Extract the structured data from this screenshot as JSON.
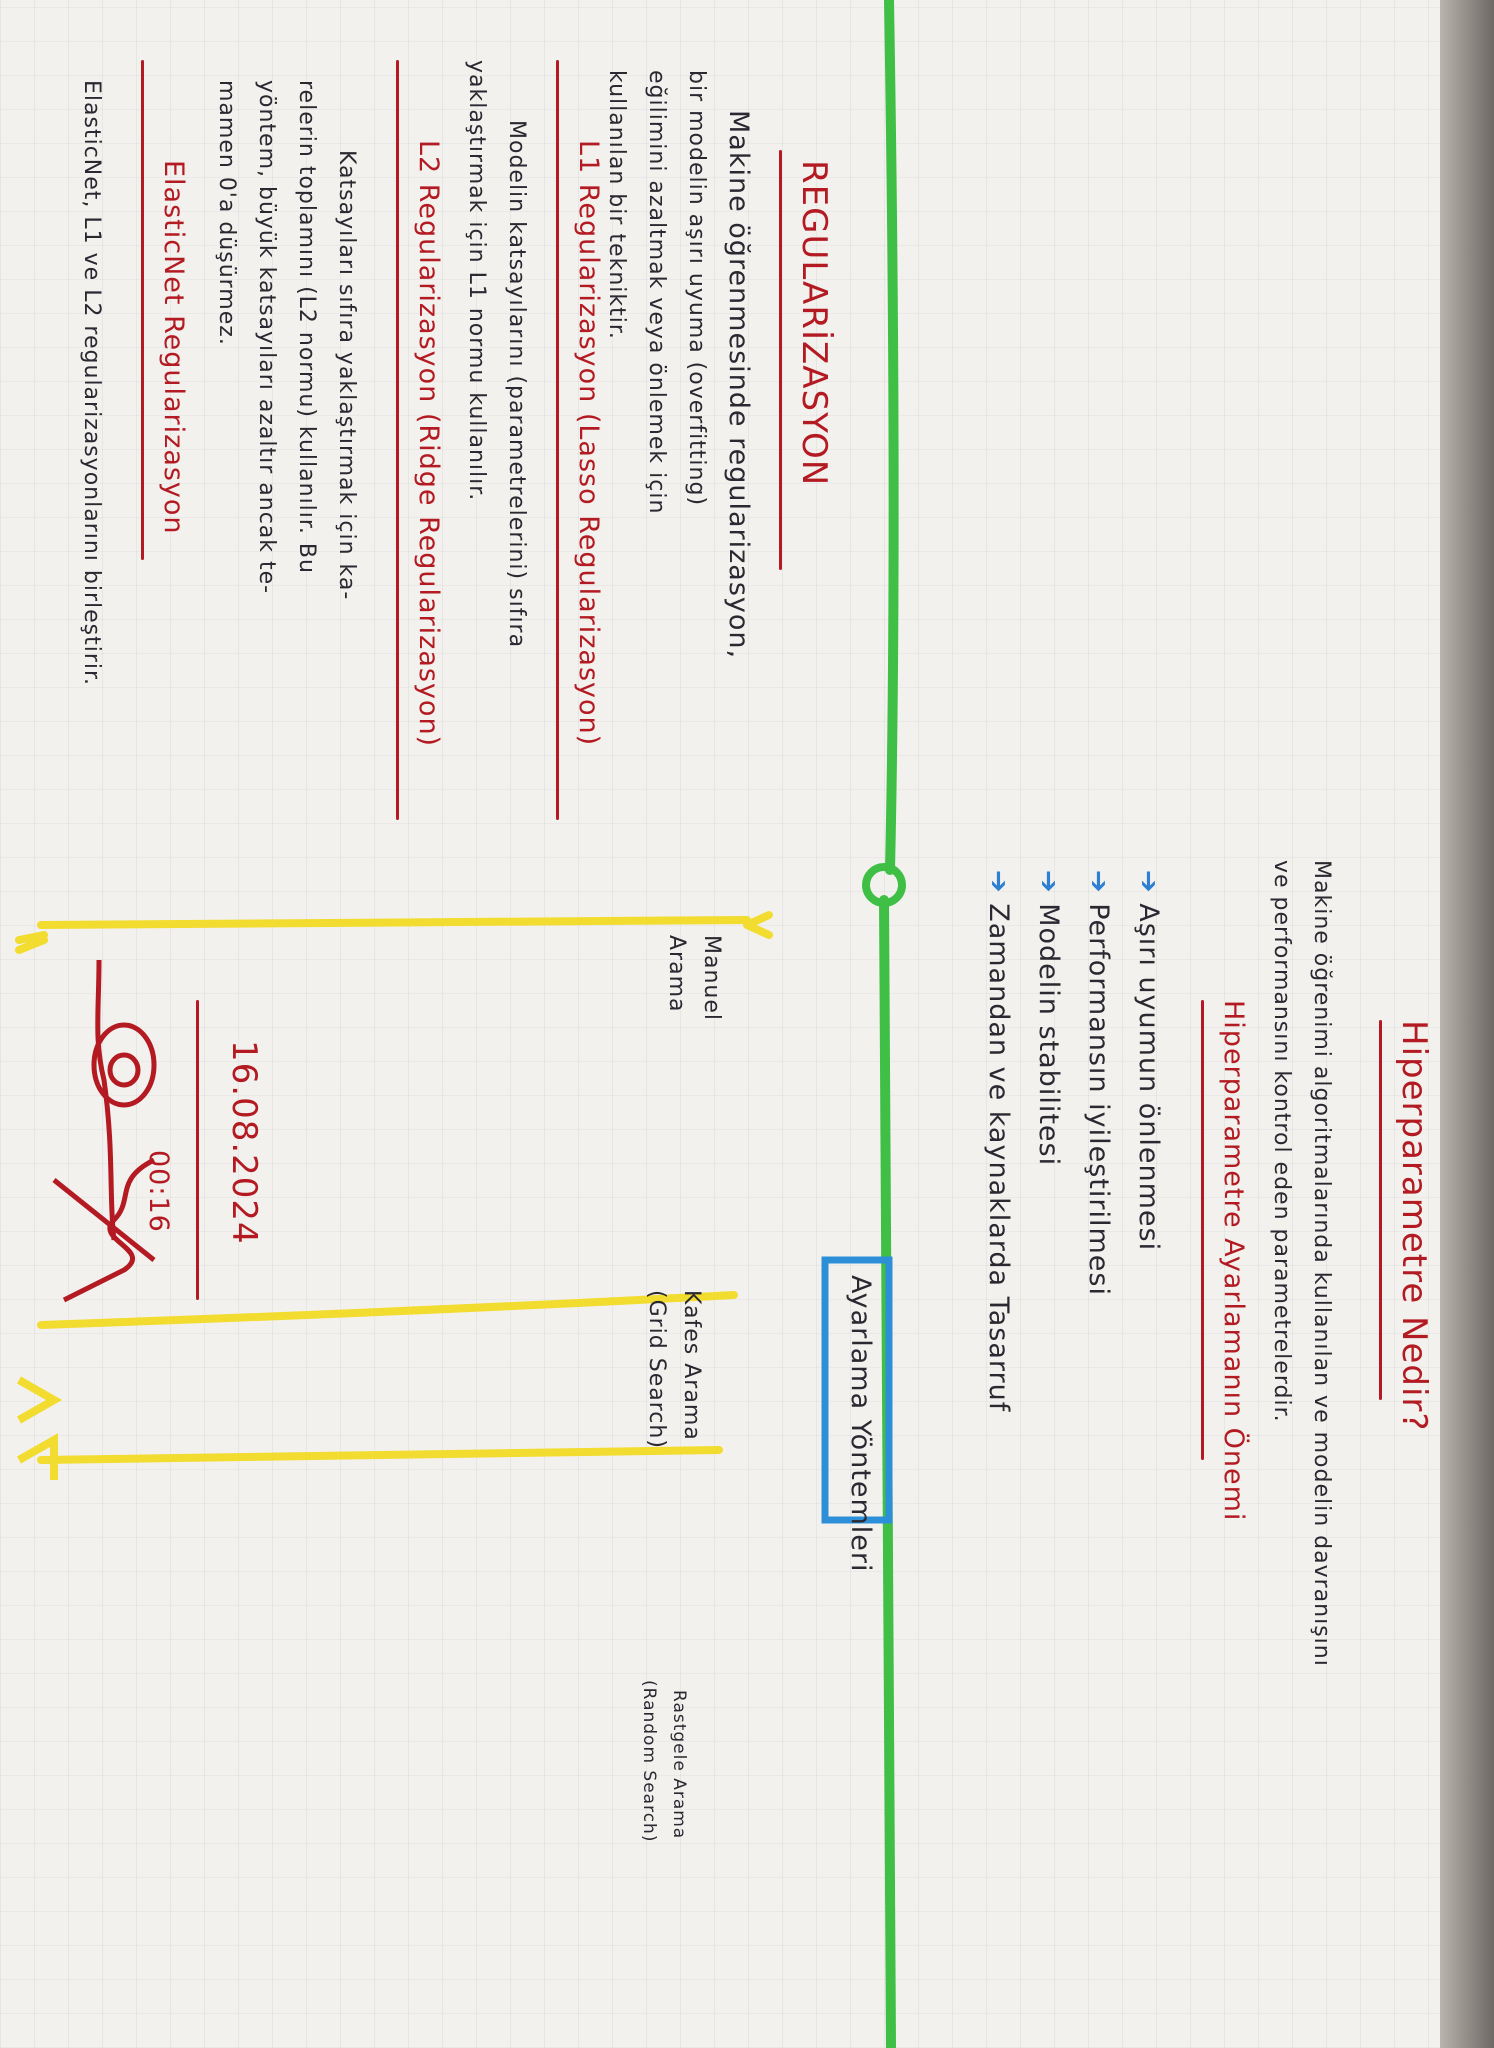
{
  "notebook": {
    "hyperparameter_section": {
      "title": "Hiperparametre Nedir?",
      "definition_line1": "Makine öğrenimi algoritmalarında kullanılan ve modelin davranışını",
      "definition_line2": "ve performansını kontrol eden parametrelerdir.",
      "importance_heading": "Hiperparametre Ayarlamanın Önemi",
      "importance_items": [
        "Aşırı uyumun önlenmesi",
        "Performansın iyileştirilmesi",
        "Modelin stabilitesi",
        "Zamandan ve kaynaklarda Tasarruf"
      ],
      "methods_heading": "Ayarlama Yöntemleri",
      "methods": [
        "Manuel",
        "Arama",
        "Kafes Arama",
        "(Grid Search)",
        "Rastgele Arama",
        "(Random Search)"
      ]
    },
    "regularization_section": {
      "title": "REGULARİZASYON",
      "definition_lines": [
        "Makine öğrenmesinde regularizasyon,",
        "bir modelin aşırı uyuma (overfitting)",
        "eğilimini azaltmak veya önlemek için",
        "kullanılan bir tekniktir."
      ],
      "l1_heading": "L1 Regularizasyon (Lasso Regularizasyon)",
      "l1_lines": [
        "Modelin katsayılarını (parametrelerini) sıfıra",
        "yaklaştırmak için L1 normu kullanılır."
      ],
      "l2_heading": "L2 Regularizasyon (Ridge Regularizasyon)",
      "l2_lines": [
        "Katsayıları sıfıra yaklaştırmak için ka-",
        "relerin toplamını (L2 normu) kullanılır. Bu",
        "yöntem, büyük katsayıları azaltır ancak te-",
        "mamen 0'a düşürmez."
      ],
      "elasticnet_heading": "ElasticNet Regularizasyon",
      "elasticnet_line": "ElasticNet, L1 ve L2 regularizasyonlarını birleştirir."
    },
    "date": "16.08.2024",
    "time": "00:16"
  },
  "colors": {
    "red_ink": "#b31a22",
    "dark_ink": "#2a2830",
    "green_marker": "#3fbf45",
    "yellow_marker": "#f2dc2f",
    "blue_marker": "#2d8fd8",
    "paper": "#f3f1ed"
  }
}
